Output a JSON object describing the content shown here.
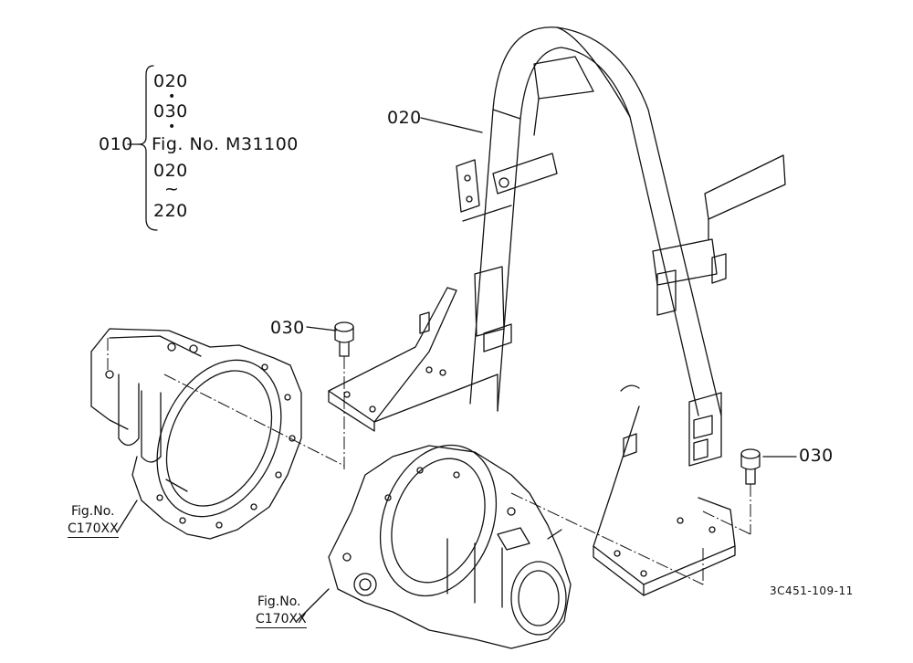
{
  "legend": {
    "root": "010",
    "items": [
      "020",
      "•",
      "030",
      "•",
      "Fig. No. M31100",
      "020",
      "~",
      "220"
    ]
  },
  "callouts": {
    "frame": "020",
    "bolt_left": "030",
    "bolt_right": "030"
  },
  "figure_refs": {
    "left": {
      "line1": "Fig.No.",
      "line2": "C170XX"
    },
    "bottom": {
      "line1": "Fig.No.",
      "line2": "C170XX"
    }
  },
  "drawing_number": "3C451-109-11"
}
